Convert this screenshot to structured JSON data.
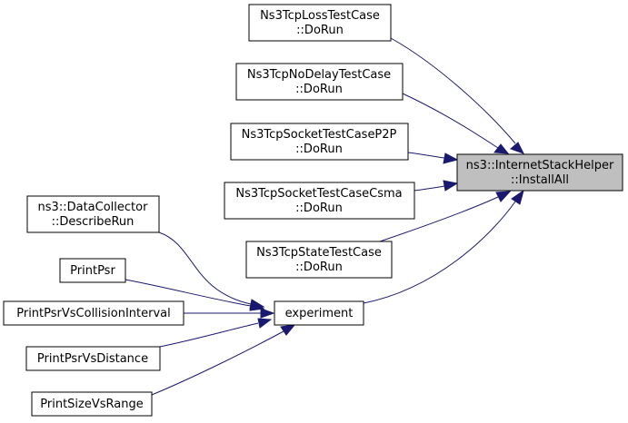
{
  "colors": {
    "edge": "#191970",
    "focus_fill": "#bfbfbf",
    "node_fill": "#ffffff",
    "node_stroke": "#000000"
  },
  "nodes": {
    "install_all": {
      "line1": "ns3::InternetStackHelper",
      "line2": "::InstallAll"
    },
    "tcp_loss": {
      "line1": "Ns3TcpLossTestCase",
      "line2": "::DoRun"
    },
    "tcp_nodelay": {
      "line1": "Ns3TcpNoDelayTestCase",
      "line2": "::DoRun"
    },
    "tcp_socket_p2p": {
      "line1": "Ns3TcpSocketTestCaseP2P",
      "line2": "::DoRun"
    },
    "tcp_socket_csma": {
      "line1": "Ns3TcpSocketTestCaseCsma",
      "line2": "::DoRun"
    },
    "tcp_state": {
      "line1": "Ns3TcpStateTestCase",
      "line2": "::DoRun"
    },
    "experiment": {
      "label": "experiment"
    },
    "data_collector": {
      "line1": "ns3::DataCollector",
      "line2": "::DescribeRun"
    },
    "print_psr": {
      "label": "PrintPsr"
    },
    "print_psr_collision": {
      "label": "PrintPsrVsCollisionInterval"
    },
    "print_psr_distance": {
      "label": "PrintPsrVsDistance"
    },
    "print_size_range": {
      "label": "PrintSizeVsRange"
    }
  }
}
